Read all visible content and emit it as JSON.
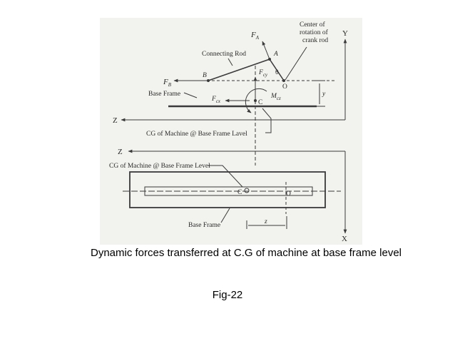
{
  "figure": {
    "paper_color": "#f2f2ee",
    "ink_color": "#3a3a3a",
    "top_view": {
      "F_A": "F",
      "F_A_sub": "A",
      "A": "A",
      "B": "B",
      "F_B": "F",
      "F_B_sub": "B",
      "connecting_rod": "Connecting Rod",
      "center_of_rotation": [
        "Center of",
        "rotation of",
        "crank rod"
      ],
      "Y": "Y",
      "F_cy": "F",
      "F_cy_sub": "cy",
      "theta": "θ",
      "O": "O",
      "M_cz": "M",
      "M_cz_sub": "cz",
      "y": "y",
      "base_frame": "Base Frame",
      "F_cx": "F",
      "F_cx_sub": "cx",
      "C": "C",
      "Z": "Z",
      "cg_label": "CG of Machine @ Base Frame Lavel"
    },
    "plan_view": {
      "Z": "Z",
      "cg_label": "CG of Machine @ Base Frame Level",
      "C": "C",
      "O": "O",
      "base_frame": "Base Frame",
      "z": "z",
      "X": "X"
    }
  },
  "caption": "Dynamic forces transferred at C.G of machine at base frame level",
  "fig_label": "Fig-22"
}
